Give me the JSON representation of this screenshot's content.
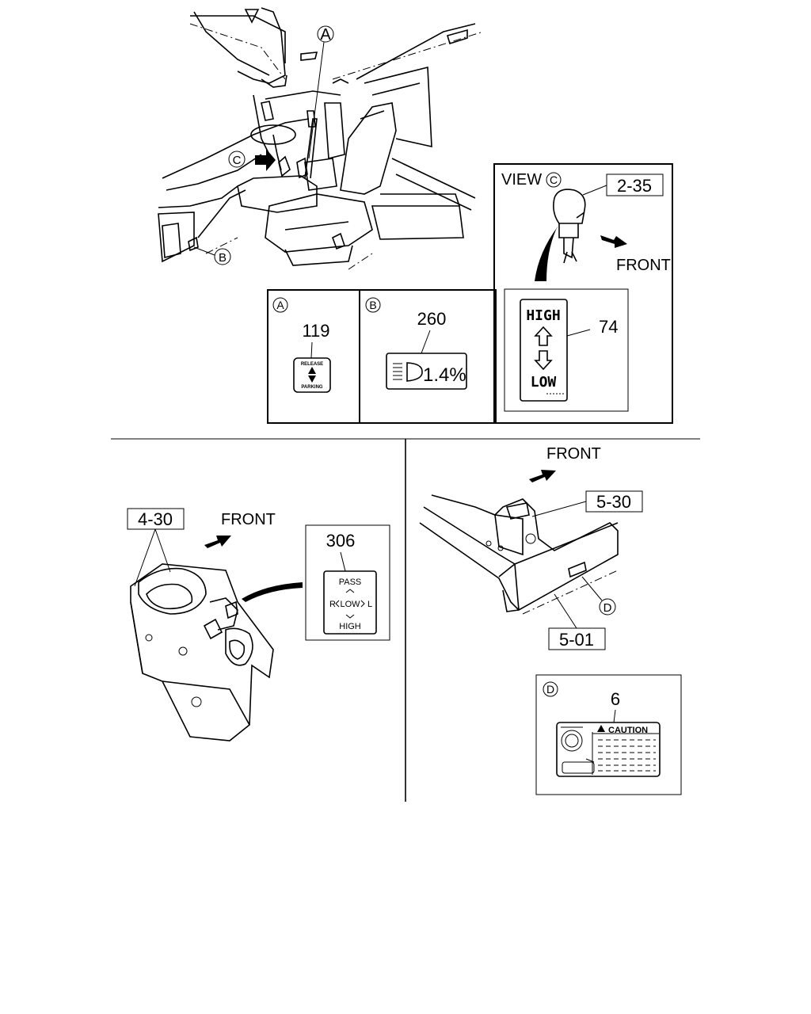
{
  "callouts": {
    "a": "A",
    "b": "B",
    "c": "C",
    "d": "D"
  },
  "view_c": {
    "view_label": "VIEW",
    "circle_letter": "C",
    "part_ref": "2-35",
    "front_label": "FRONT"
  },
  "decal_a": {
    "letter": "A",
    "number": "119",
    "top_text": "RELEASE",
    "bottom_text": "PARKING"
  },
  "decal_b": {
    "letter": "B",
    "number": "260",
    "text": "1.4%"
  },
  "decal_74": {
    "number": "74",
    "top_text": "HIGH",
    "bottom_text": "LOW"
  },
  "lower_left": {
    "part_ref": "4-30",
    "front_label": "FRONT"
  },
  "decal_306": {
    "number": "306",
    "top": "PASS",
    "middle_left": "R",
    "middle_center": "LOW",
    "middle_right": "L",
    "bottom": "HIGH"
  },
  "lower_right": {
    "front_label": "FRONT",
    "part_ref_top": "5-30",
    "part_ref_bottom": "5-01",
    "circle_letter": "D"
  },
  "decal_d": {
    "letter": "D",
    "number": "6",
    "caution": "CAUTION"
  }
}
